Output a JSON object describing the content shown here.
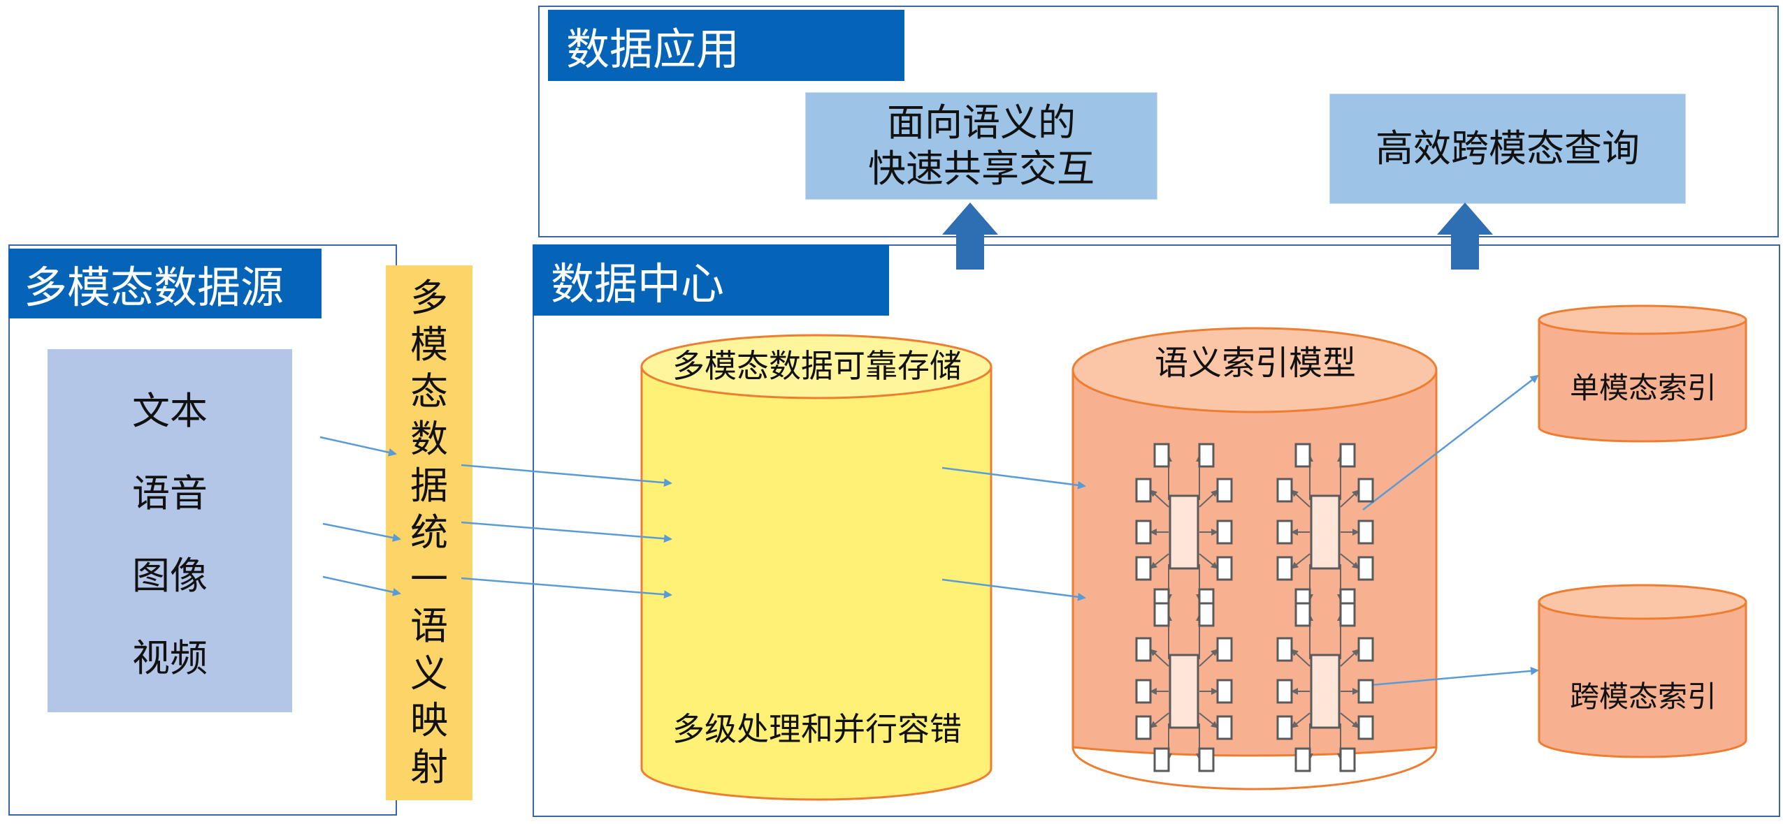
{
  "title": "多模态数据语义架构图",
  "sources": {
    "header": "多模态数据源",
    "items": [
      "文本",
      "语音",
      "图像",
      "视频"
    ]
  },
  "mapping": {
    "label": "多模态数据统一语义映射",
    "chars": [
      "多",
      "模",
      "态",
      "数",
      "据",
      "统",
      "一",
      "语",
      "义",
      "映",
      "射"
    ]
  },
  "application": {
    "header": "数据应用",
    "box1": {
      "line1": "面向语义的",
      "line2": "快速共享交互"
    },
    "box2": "高效跨模态查询"
  },
  "center": {
    "header": "数据中心",
    "storage": {
      "top_label": "多模态数据可靠存储",
      "bottom_label": "多级处理和并行容错"
    },
    "semantic_model": {
      "label": "语义索引模型"
    },
    "index1": "单模态索引",
    "index2": "跨模态索引"
  },
  "colors": {
    "header_blue": "#0564b8",
    "frame": "#3a66a8",
    "light_blue": "#9dc3e6",
    "source_blue": "#b4c6e7",
    "mapping_yellow": "#fdd468",
    "storage_yellow": "#fff176",
    "semantic_salmon": "#f8b190",
    "arrow_blue": "#5b9bd5"
  }
}
